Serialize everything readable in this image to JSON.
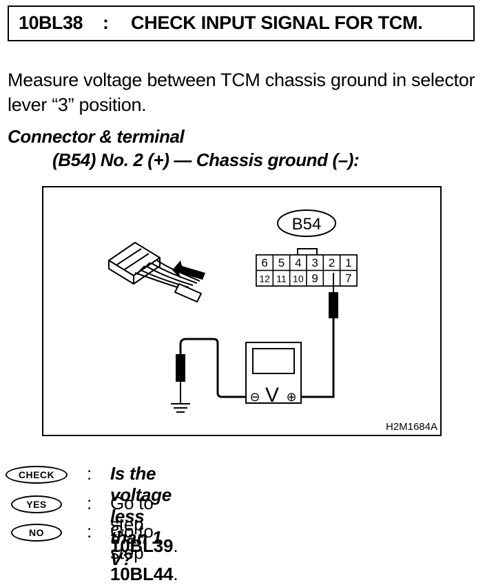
{
  "header": {
    "step_code": "10BL38",
    "separator": ":",
    "title": "CHECK INPUT SIGNAL FOR TCM."
  },
  "instruction": "Measure voltage between TCM chassis ground in selector lever “3” position.",
  "connector_terminal": {
    "title": "Connector & terminal",
    "spec": "(B54) No. 2 (+) — Chassis ground (–):"
  },
  "figure": {
    "connector_label": "B54",
    "pins_top": [
      "6",
      "5",
      "4",
      "3",
      "2",
      "1"
    ],
    "pins_bottom": [
      "12",
      "11",
      "10",
      "9",
      "",
      "7"
    ],
    "meter_symbol": "V",
    "meter_minus": "⊖",
    "meter_plus": "⊕",
    "figure_id": "H2M1684A"
  },
  "check": {
    "badge": "CHECK",
    "separator": ":",
    "question": "Is the voltage less than 1 V?"
  },
  "yes": {
    "badge": "YES",
    "separator": ":",
    "prefix": "Go to step ",
    "target": "10BL39",
    "suffix": "."
  },
  "no": {
    "badge": "NO",
    "separator": ":",
    "prefix": "Go to step ",
    "target": "10BL44",
    "suffix": "."
  }
}
